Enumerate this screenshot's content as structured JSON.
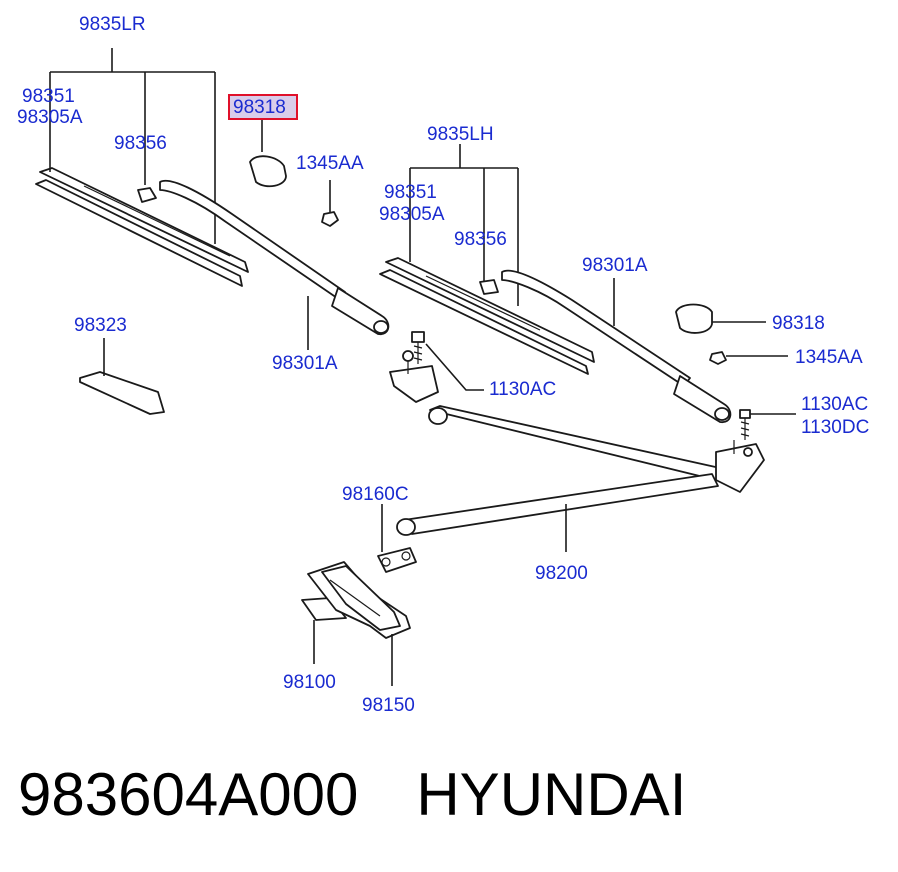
{
  "labels": {
    "set_lr": "9835LR",
    "lr_98351": "98351",
    "lr_98305A": "98305A",
    "lr_98356": "98356",
    "selected_98318": "98318",
    "top_1345AA": "1345AA",
    "set_lh": "9835LH",
    "lh_98351": "98351",
    "lh_98305A": "98305A",
    "lh_98356": "98356",
    "lh_98301A": "98301A",
    "right_98318": "98318",
    "right_1345AA": "1345AA",
    "right_1130AC": "1130AC",
    "right_1130DC": "1130DC",
    "lr_98301A": "98301A",
    "mid_1130AC": "1130AC",
    "lr_98323": "98323",
    "c_98160C": "98160C",
    "c_98200": "98200",
    "c_98100": "98100",
    "c_98150": "98150"
  },
  "footer": {
    "part_number": "983604A000",
    "brand": "HYUNDAI"
  },
  "colors": {
    "label": "#1a2bd0",
    "highlight_border": "#e0102a",
    "highlight_fill": "#d9cdea"
  }
}
